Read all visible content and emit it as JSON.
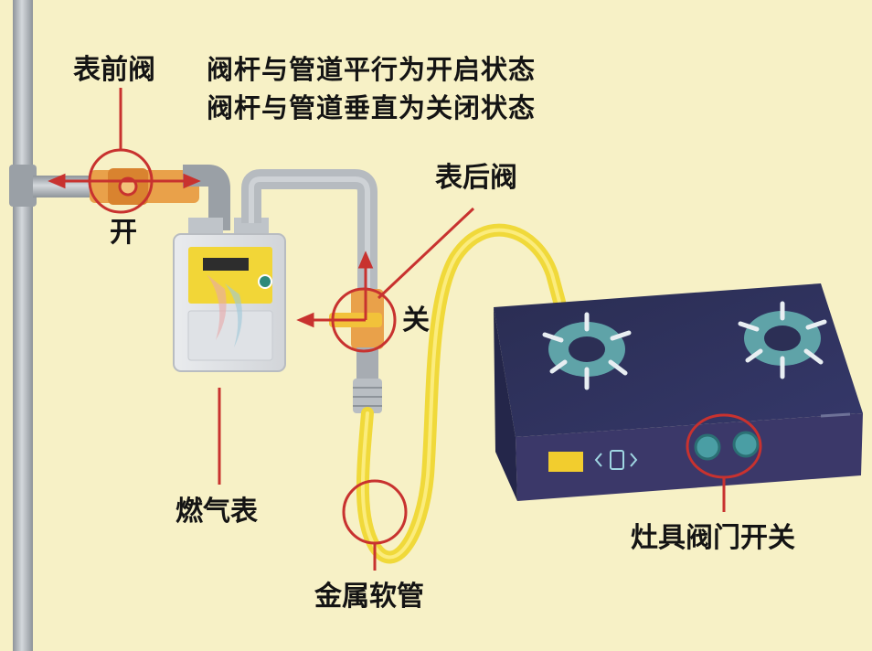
{
  "labels": {
    "pre_meter_valve": "表前阀",
    "note_open": "阀杆与管道平行为开启状态",
    "note_closed": "阀杆与管道垂直为关闭状态",
    "state_open": "开",
    "post_meter_valve": "表后阀",
    "state_closed": "关",
    "gas_meter": "燃气表",
    "metal_hose": "金属软管",
    "stove_valve_switch": "灶具阀门开关"
  },
  "colors": {
    "background": "#f7f1c6",
    "pipe": "#b9bec3",
    "hose": "#f2df45",
    "callout_red": "#c8322f",
    "stove_top": "#2c2f55",
    "stove_front": "#3a3768",
    "burner": "#5fa3a8",
    "valve_handle": "#efb23a"
  }
}
